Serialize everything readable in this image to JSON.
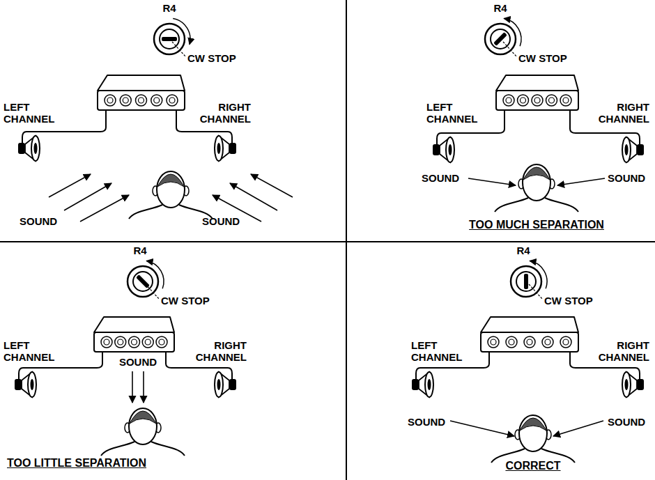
{
  "diagram": {
    "labels": [
      "R4",
      "CW STOP",
      "LEFT CHANNEL",
      "RIGHT CHANNEL",
      "SOUND",
      "SOUND",
      "R4",
      "CW STOP",
      "LEFT CHANNEL",
      "RIGHT CHANNEL",
      "SOUND",
      "SOUND",
      "TOO MUCH SEPARATION",
      "R4",
      "CW STOP",
      "LEFT CHANNEL",
      "RIGHT CHANNEL",
      "SOUND",
      "TOO LITTLE SEPARATION",
      "R4",
      "CW STOP",
      "LEFT CHANNEL",
      "RIGHT CHANNEL",
      "SOUND",
      "SOUND",
      "CORRECT"
    ]
  }
}
